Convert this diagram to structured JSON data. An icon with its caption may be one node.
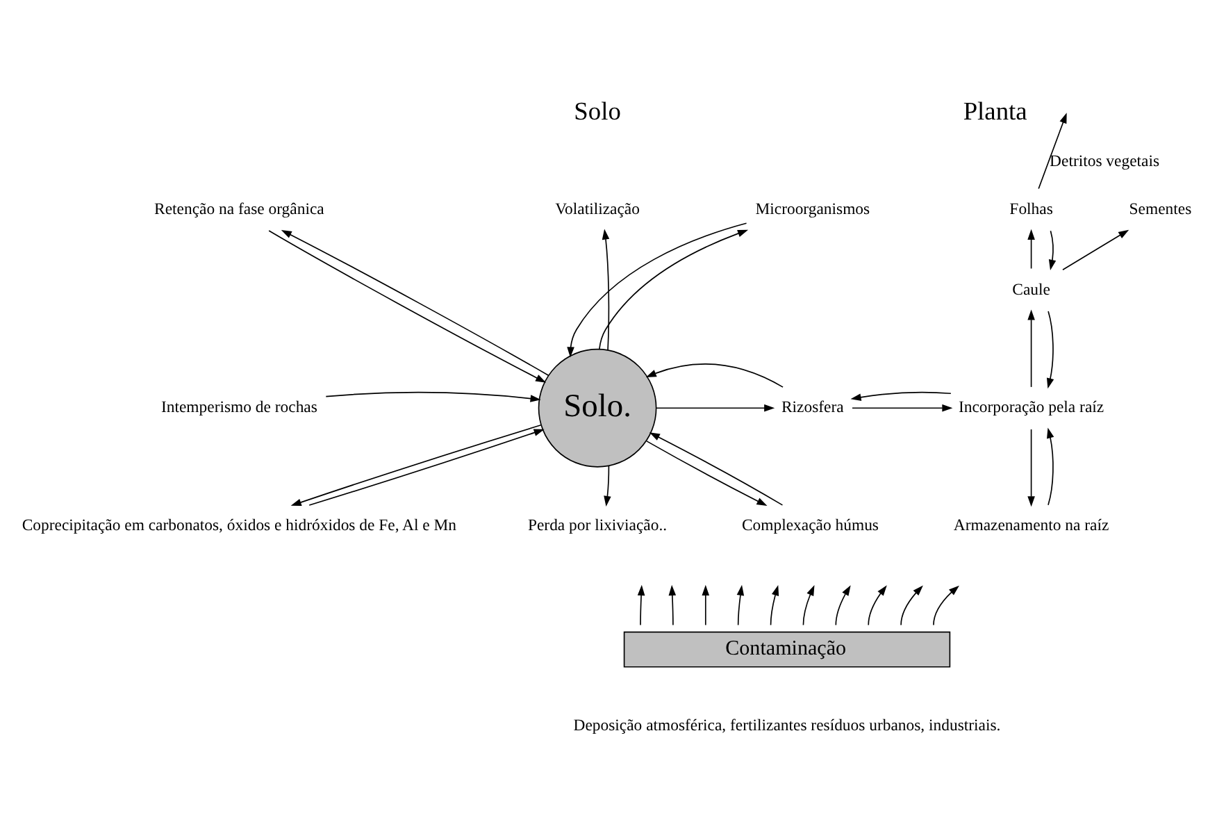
{
  "diagram": {
    "nodes": [
      {
        "text": [
          "Solo."
        ]
      },
      {
        "text": [
          "Volatilização"
        ]
      },
      {
        "text": [
          "Retenção na fase orgânica"
        ]
      },
      {
        "text": [
          "Microorganismos"
        ]
      },
      {
        "text": [
          "Intemperismo de rochas"
        ]
      },
      {
        "text": [
          "Rizosfera"
        ]
      },
      {
        "text": [
          "Coprecipitação em carbonatos, óxidos e hidróxidos de Fe, Al e Mn"
        ]
      },
      {
        "text": [
          "Complexação húmus"
        ]
      },
      {
        "text": [
          "Perda por lixiviação.."
        ]
      },
      {
        "text": [
          "Contaminação"
        ],
        "beside": [
          "Deposição atmosférica, fertilizantes resíduos urbanos, industriais."
        ]
      },
      {
        "text": [
          "Folhas"
        ]
      },
      {
        "text": [
          "Sementes"
        ]
      },
      {
        "text": [
          "Caule"
        ]
      },
      {
        "text": [
          "Incorporação pela raíz"
        ]
      },
      {
        "text": [
          "Armazenamento na raíz"
        ]
      }
    ],
    "edges": [
      {
        "from": 0,
        "to": 1,
        "arrow": "to"
      },
      {
        "from": 0,
        "to": 2,
        "arrow": "to"
      },
      {
        "from": 2,
        "to": 0,
        "arrow": "to"
      },
      {
        "from": 0,
        "to": 3,
        "arrow": "to"
      },
      {
        "from": 3,
        "to": 0,
        "arrow": "to"
      },
      {
        "from": 4,
        "to": 0,
        "arrow": "to"
      },
      {
        "from": 0,
        "to": 5,
        "arrow": "to"
      },
      {
        "from": 5,
        "to": 0,
        "arrow": "to"
      },
      {
        "from": 0,
        "to": 6,
        "arrow": "to"
      },
      {
        "from": 6,
        "to": 0,
        "arrow": "to"
      },
      {
        "from": 0,
        "to": 7,
        "arrow": "to"
      },
      {
        "from": 7,
        "to": 0,
        "arrow": "to"
      },
      {
        "from": 0,
        "to": 8,
        "arrow": "to"
      },
      {
        "from": 9,
        "to": null,
        "arrow": "to"
      },
      {
        "from": 9,
        "to": null,
        "arrow": "to"
      },
      {
        "from": 9,
        "to": null,
        "arrow": "to"
      },
      {
        "from": 9,
        "to": null,
        "arrow": "to"
      },
      {
        "from": 9,
        "to": null,
        "arrow": "to"
      },
      {
        "from": 9,
        "to": null,
        "arrow": "to"
      },
      {
        "from": 9,
        "to": null,
        "arrow": "to"
      },
      {
        "from": 9,
        "to": null,
        "arrow": "to"
      },
      {
        "from": 9,
        "to": null,
        "arrow": "to"
      },
      {
        "from": 9,
        "to": null,
        "arrow": "to"
      },
      {
        "from": 5,
        "to": 13,
        "arrow": "to"
      },
      {
        "from": 13,
        "to": 5,
        "arrow": "to"
      },
      {
        "from": 13,
        "to": 12,
        "arrow": "to"
      },
      {
        "from": 12,
        "to": 13,
        "arrow": "to"
      },
      {
        "from": 13,
        "to": 14,
        "arrow": "to"
      },
      {
        "from": 14,
        "to": 13,
        "arrow": "to"
      },
      {
        "from": 12,
        "to": 10,
        "arrow": "to"
      },
      {
        "from": 10,
        "to": 12,
        "arrow": "to"
      },
      {
        "from": 12,
        "to": 11,
        "arrow": "to"
      },
      {
        "from": 10,
        "to": null,
        "arrow": "to",
        "label": "Detritos vegetais"
      }
    ],
    "labels": [
      "Solo",
      "Planta"
    ]
  }
}
